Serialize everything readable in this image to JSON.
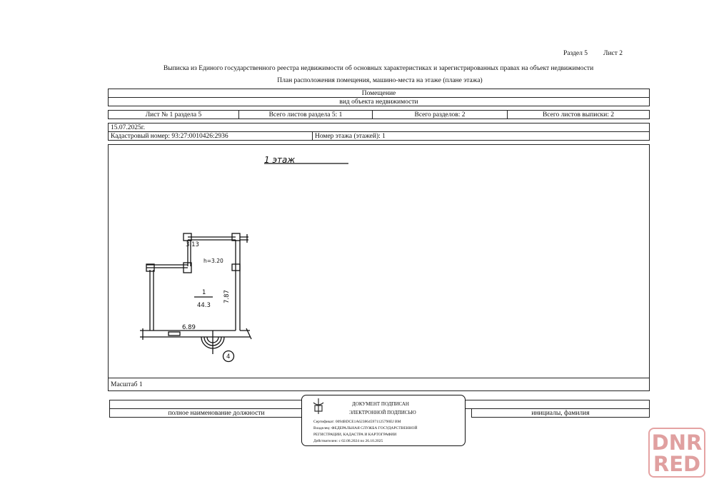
{
  "header": {
    "section": "Раздел 5",
    "sheet": "Лист 2"
  },
  "title": "Выписка из Единого государственного реестра недвижимости об основных характеристиках и зарегистрированных правах на объект недвижимости",
  "subtitle": "План расположения помещения, машино-места на этаже (плане этажа)",
  "table": {
    "object": "Помещение",
    "object_kind": "вид объекта недвижимости",
    "sheet_no": "Лист № 1 раздела 5",
    "total_sheets_section": "Всего листов раздела 5: 1",
    "total_sections": "Всего разделов: 2",
    "total_sheets": "Всего листов выписки: 2",
    "date": "15.07.2025г.",
    "cadastral": "Кадастровый номер: 93:27:0010426:2936",
    "floor": "Номер этажа (этажей): 1",
    "scale": "Масштаб 1"
  },
  "plan": {
    "floor_label": "1 этаж",
    "dim_top": "3.13",
    "height": "h=3.20",
    "room_no": "1",
    "room_area": "44.3",
    "dim_right": "7.87",
    "dim_bottom": "6.89",
    "marker": "4"
  },
  "signature": {
    "position": "полное наименование должности",
    "name": "инициалы, фамилия"
  },
  "stamp": {
    "line1": "ДОКУМЕНТ ПОДПИСАН",
    "line2": "ЭЛЕКТРОННОЙ ПОДПИСЬЮ",
    "cert": "Сертификат: 0094BDCE1A6238645971125790EJ BM",
    "owner": "Владелец: ФЕДЕРАЛЬНАЯ СЛУЖБА ГОСУДАРСТВЕННОЙ",
    "owner2": "РЕГИСТРАЦИИ, КАДАСТРА И КАРТОГРАФИИ",
    "valid": "Действителен: с 02.08.2024 по 26.10.2025"
  },
  "watermark": {
    "line1": "DNR",
    "line2": "RED"
  }
}
